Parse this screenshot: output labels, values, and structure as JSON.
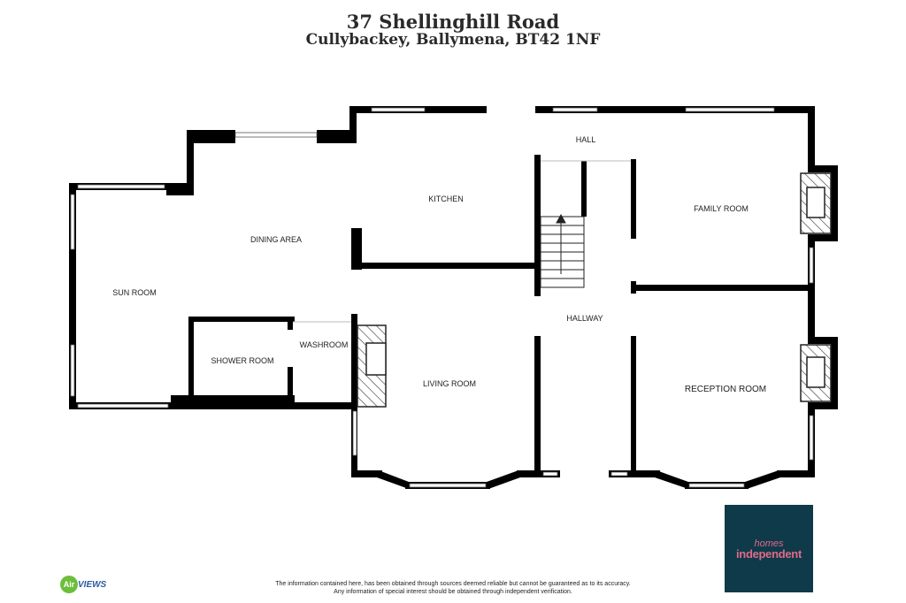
{
  "header": {
    "title": "37 Shellinghill Road",
    "address": "Cullybackey, Ballymena, BT42 1NF"
  },
  "rooms": {
    "hall": "HALL",
    "kitchen": "KITCHEN",
    "family_room": "FAMILY ROOM",
    "dining_area": "DINING AREA",
    "sun_room": "SUN ROOM",
    "hallway": "HALLWAY",
    "washroom": "WASHROOM",
    "shower_room": "SHOWER ROOM",
    "living_room": "LIVING ROOM",
    "reception_room": "RECEPTION ROOM"
  },
  "footer": {
    "disclaimer_line1": "The information contained here, has been obtained through sources deemed reliable but cannot be guaranteed as to its accuracy.",
    "disclaimer_line2": "Any information of special interest should be obtained through independent verification.",
    "left_logo": {
      "mark": "Air",
      "text": "VIEWS"
    },
    "right_logo": {
      "line1": "homes",
      "line2": "independent",
      "bg": "#0f3a4a",
      "fg": "#e06a86"
    }
  },
  "colors": {
    "wall": "#000000",
    "window": "#ffffff"
  }
}
